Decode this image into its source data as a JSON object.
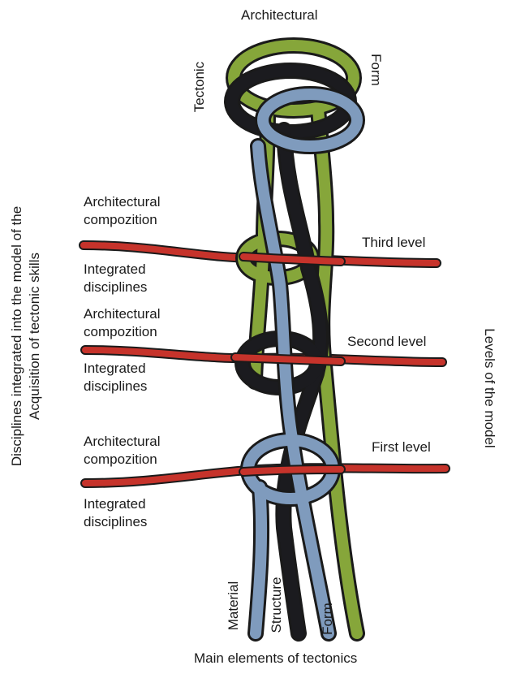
{
  "title": "Architectural",
  "caption": "Main elements of tectonics",
  "top_labels": {
    "tectonic": "Tectonic",
    "form": "Form"
  },
  "left_axis": {
    "line1": "Disciplines integrated into the model of the",
    "line2": "Acquisition of tectonic skills"
  },
  "right_axis": "Levels of the model",
  "levels": [
    {
      "name": "Third level",
      "upper_line1": "Architectural",
      "upper_line2": "compozition",
      "lower_line1": "Integrated",
      "lower_line2": "disciplines"
    },
    {
      "name": "Second level",
      "upper_line1": "Architectural",
      "upper_line2": "compozition",
      "lower_line1": "Integrated",
      "lower_line2": "disciplines"
    },
    {
      "name": "First level",
      "upper_line1": "Architectural",
      "upper_line2": "compozition",
      "lower_line1": "Integrated",
      "lower_line2": "disciplines"
    }
  ],
  "strands": {
    "material": "Material",
    "structure": "Structure",
    "form": "Form"
  },
  "colors": {
    "green": "#86a63a",
    "blue": "#7f9bbd",
    "black": "#1b1b1f",
    "red": "#c6332b",
    "outline": "#1a1a1a"
  }
}
